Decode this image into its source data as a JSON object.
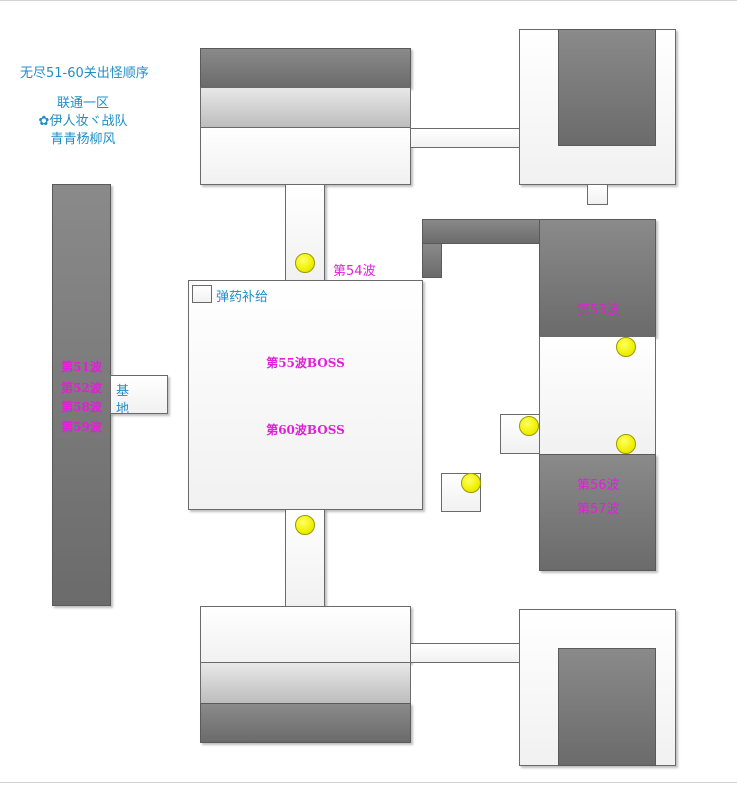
{
  "header": {
    "title": "无尽51-60关出怪顺序",
    "line1": "联通一区",
    "line2": "✿伊人妆ヾ战队",
    "line3": "青青杨柳风"
  },
  "labels": {
    "wave51": "第51波",
    "wave52": "第52波",
    "wave58": "第58波",
    "wave59": "第59波",
    "base_line1": "基",
    "base_line2": "地",
    "ammo": "弹药补给",
    "wave54": "第54波",
    "wave55": "第55波BOSS",
    "wave60": "第60波BOSS",
    "wave53": "第53波",
    "wave56": "第56波",
    "wave57": "第57波"
  },
  "colors": {
    "cyan_text": "#1f8ec6",
    "magenta_text": "#e020d8",
    "dark_block": "#777777",
    "spawn_dot": "#f0f000"
  }
}
